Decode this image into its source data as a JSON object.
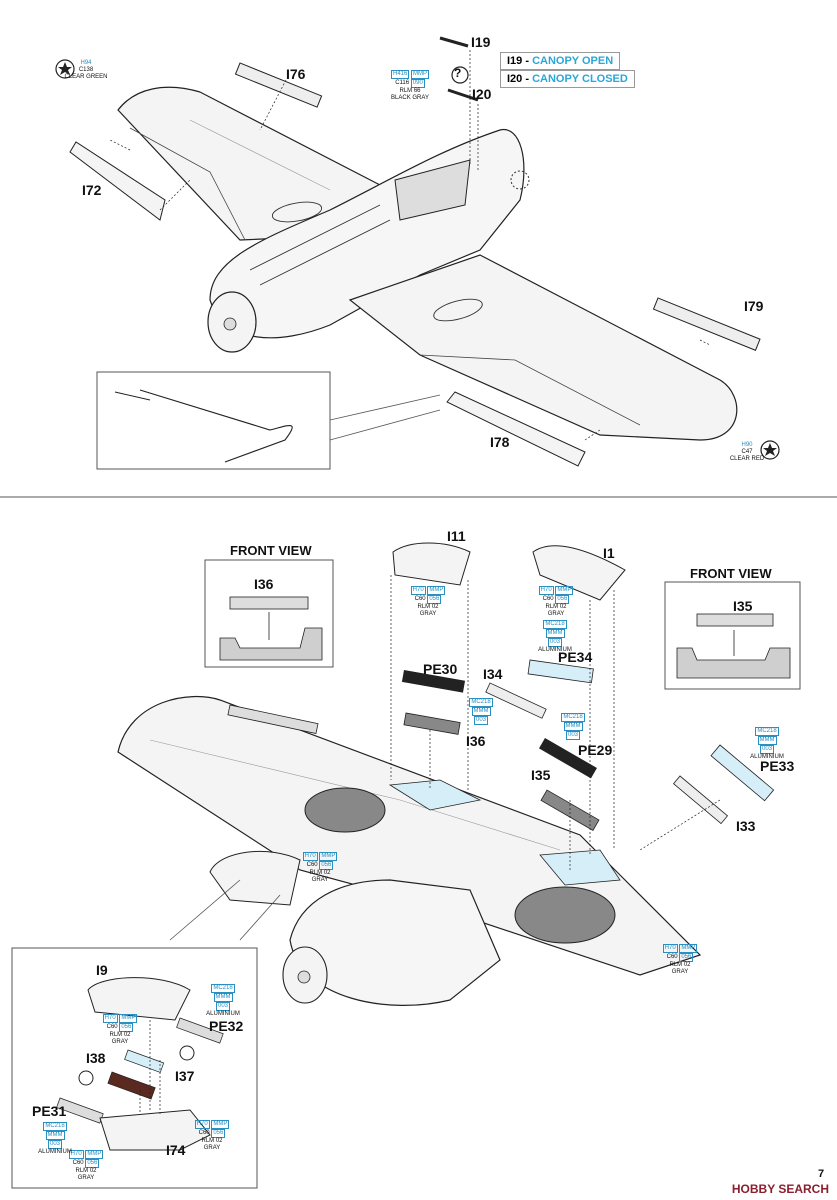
{
  "top": {
    "labels": {
      "i19": "I19",
      "i20": "I20",
      "i76": "I76",
      "i72": "I72",
      "i79": "I79",
      "i78": "I78"
    },
    "legend": {
      "open_code": "I19",
      "open_text": "CANOPY OPEN",
      "closed_code": "I20",
      "closed_text": "CANOPY CLOSED",
      "accent_color": "#2aa6d8"
    },
    "question_mark": "?",
    "paints": {
      "green": {
        "h": "H94",
        "c": "C138",
        "name": "CLEAR GREEN"
      },
      "gray": {
        "h": "H416",
        "mmp": "MMP",
        "c": "C116",
        "mmp_code": "090",
        "rlm": "RLM 66",
        "name": "BLACK GRAY"
      },
      "red": {
        "h": "H90",
        "c": "C47",
        "name": "CLEAR RED"
      }
    }
  },
  "bottom": {
    "front_view_left": {
      "title": "FRONT VIEW",
      "part": "I36"
    },
    "front_view_right": {
      "title": "FRONT VIEW",
      "part": "I35"
    },
    "labels": {
      "i11": "I11",
      "i1": "I1",
      "pe30": "PE30",
      "i34": "I34",
      "pe34": "PE34",
      "i36": "I36",
      "pe29": "PE29",
      "i35": "I35",
      "pe33": "PE33",
      "i33": "I33",
      "i9": "I9",
      "pe32": "PE32",
      "i38": "I38",
      "i37": "I37",
      "pe31": "PE31",
      "i74": "I74"
    },
    "paints": {
      "rlm02": {
        "h": "H70",
        "mmp": "MMP",
        "c": "C60",
        "mmp_code": "056",
        "rlm": "RLM 02",
        "name": "GRAY"
      },
      "alu": {
        "mc": "MC218",
        "mmm": "MMM",
        "code": "003",
        "name": "ALUMINIUM"
      }
    }
  },
  "footer": {
    "brand": "HOBBY SEARCH",
    "page_number": "7"
  }
}
